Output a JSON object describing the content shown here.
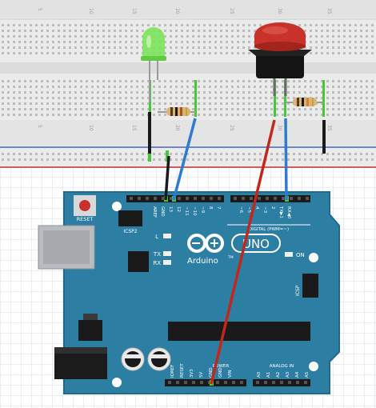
{
  "breadboard": {
    "column_numbers": [
      "5",
      "10",
      "15",
      "20",
      "25",
      "30",
      "35"
    ]
  },
  "arduino": {
    "logo_text": "Arduino",
    "trademark": "TM",
    "model": "UNO",
    "reset_label": "RESET",
    "icsp2_label": "ICSP2",
    "icsp_label": "ICSP",
    "led_l_label": "L",
    "led_tx_label": "TX",
    "led_rx_label": "RX",
    "on_label": "ON",
    "digital_header_label": "DIGITAL (PWM=~)",
    "power_header_label": "POWER",
    "analog_header_label": "ANALOG IN",
    "digital_pins": [
      "AREF",
      "GND",
      "13",
      "12",
      "~11",
      "~10",
      "~9",
      "8",
      "7",
      "~6",
      "~5",
      "4",
      "~3",
      "2",
      "TX▶1",
      "RX◀0"
    ],
    "power_pins": [
      "IOREF",
      "RESET",
      "3V3",
      "5V",
      "GND",
      "GND",
      "VIN"
    ],
    "analog_pins": [
      "A0",
      "A1",
      "A2",
      "A3",
      "A4",
      "A5"
    ]
  },
  "colors": {
    "board": "#2d7ea3",
    "board_edge": "#1f6a8c",
    "wire_black": "#1a1a1a",
    "wire_blue": "#2f7bd2",
    "wire_red": "#c0281c",
    "led_green": "#7be35a",
    "button_cap": "#c8322a",
    "breadboard": "#ebebeb"
  }
}
